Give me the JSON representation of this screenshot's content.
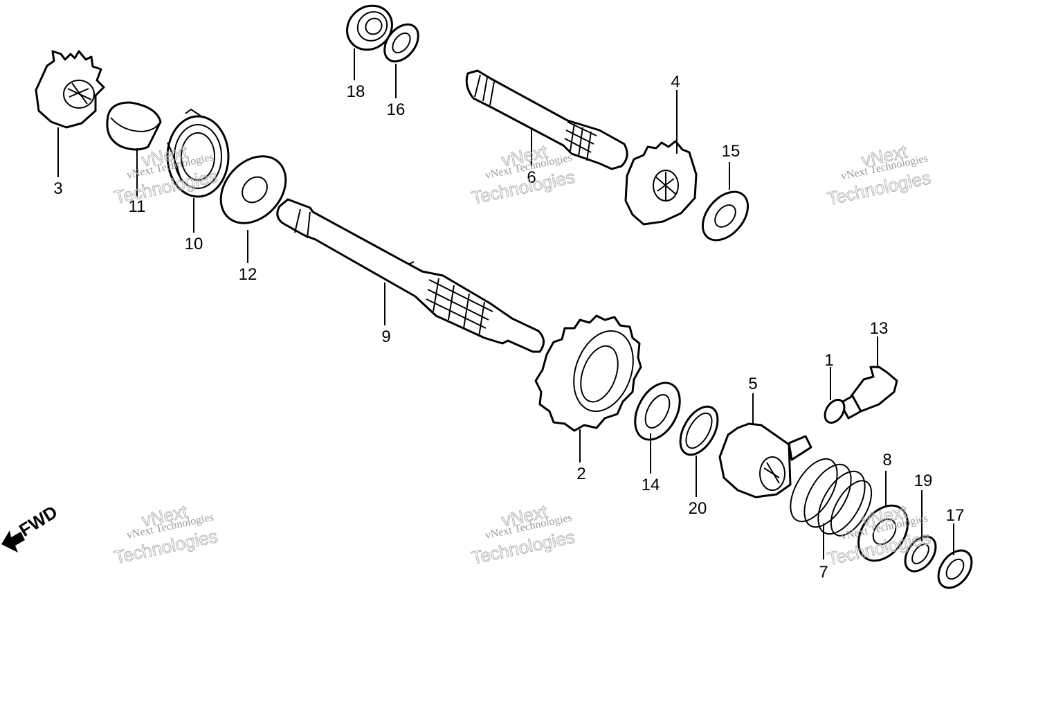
{
  "watermark": {
    "brand_small": "vNext Technologies",
    "brand_top": "vNext",
    "brand_bottom": "Technologies"
  },
  "direction_label": "FWD",
  "callouts": {
    "p1": "1",
    "p2": "2",
    "p3": "3",
    "p4": "4",
    "p5": "5",
    "p6": "6",
    "p7": "7",
    "p8": "8",
    "p9": "9",
    "p10": "10",
    "p11": "11",
    "p12": "12",
    "p13": "13",
    "p14": "14",
    "p15": "15",
    "p16": "16",
    "p17": "17",
    "p18": "18",
    "p19": "19",
    "p20": "20"
  }
}
